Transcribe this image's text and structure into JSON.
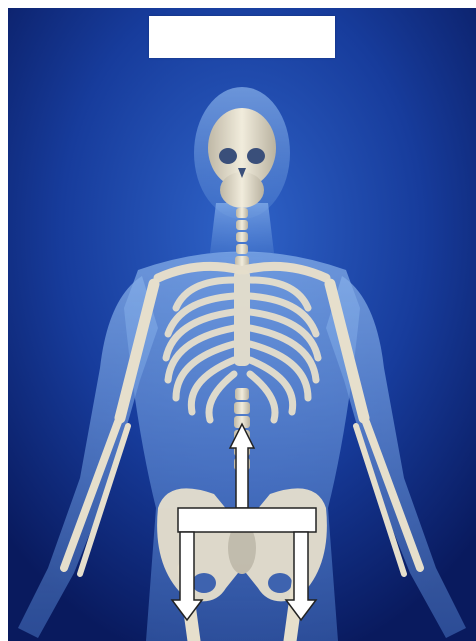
{
  "image": {
    "subject": "translucent-human-skeleton",
    "background_color": "#0b1f74",
    "body_color": "#5f94d9",
    "bone_color": "#e8e2cf"
  },
  "annotations": {
    "title_label": "",
    "arrows": [
      {
        "name": "upward-arrow",
        "direction": "up"
      },
      {
        "name": "left-downward-arrow",
        "direction": "down"
      },
      {
        "name": "right-downward-arrow",
        "direction": "down"
      }
    ],
    "arrow_fill": "#ffffff",
    "arrow_stroke": "#222222"
  }
}
